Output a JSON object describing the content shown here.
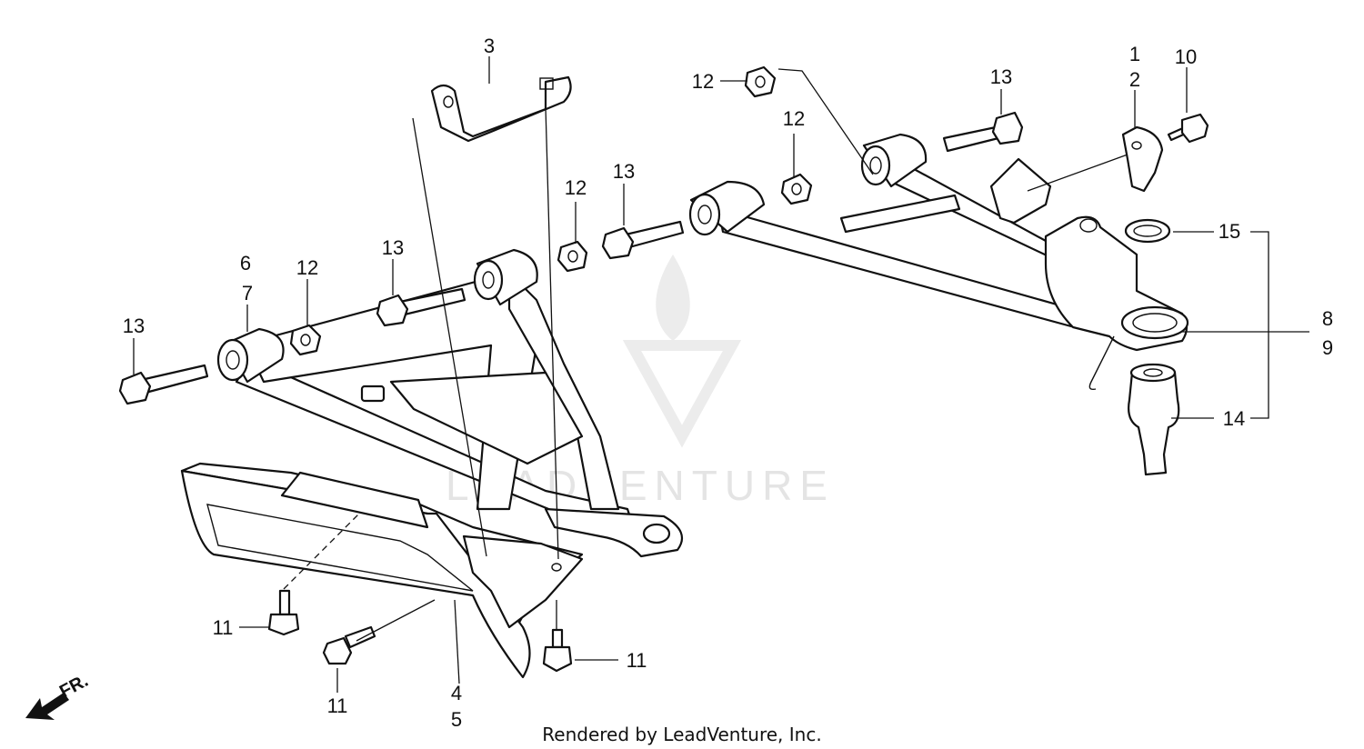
{
  "diagram": {
    "callouts": {
      "c1": "1",
      "c2": "2",
      "c3": "3",
      "c4": "4",
      "c5": "5",
      "c6": "6",
      "c7": "7",
      "c8": "8",
      "c9": "9",
      "c10": "10",
      "c11a": "11",
      "c11b": "11",
      "c11c": "11",
      "c12a": "12",
      "c12b": "12",
      "c12c": "12",
      "c12d": "12",
      "c13a": "13",
      "c13b": "13",
      "c13c": "13",
      "c13d": "13",
      "c14": "14",
      "c15": "15"
    },
    "direction_label": "FR.",
    "watermark": "LEADVENTURE",
    "footer": "Rendered by LeadVenture, Inc."
  }
}
